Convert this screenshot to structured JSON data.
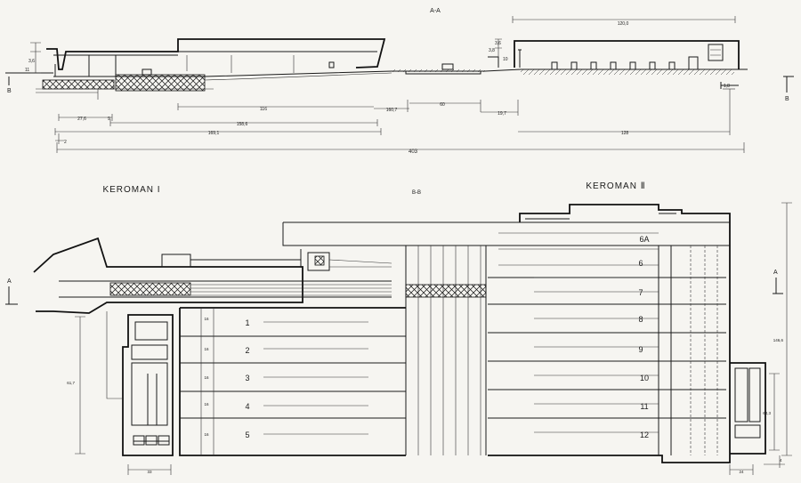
{
  "section_aa": {
    "title": "A-A",
    "dims": {
      "d_3_6_left": "3,6",
      "d_11": "11",
      "d_3_6_right": "3,6",
      "d_3_8": "3,8",
      "d_10": "10",
      "d_120_top": "120,0",
      "d_27": "27,6",
      "d_116": "116",
      "d_158": "158,6",
      "d_9": "9",
      "d_169": "169,1",
      "d_160": "160,7",
      "d_60": "60",
      "d_19": "19,7",
      "d_128": "128",
      "d_403": "403",
      "d_2": "2",
      "d_1_8": "1,8"
    },
    "cut_b_left": "B",
    "cut_b_right": "B"
  },
  "section_bb": {
    "title": "B-B"
  },
  "keroman1": {
    "title": "KEROMAN I"
  },
  "keroman2": {
    "title": "KEROMAN Ⅱ"
  },
  "cut_a_left": "A",
  "cut_a_right": "A",
  "pens_left": [
    "1",
    "2",
    "3",
    "4",
    "5"
  ],
  "pens_right": [
    "6A",
    "6",
    "7",
    "8",
    "9",
    "10",
    "11",
    "12"
  ],
  "plan_dims": {
    "left_widths": [
      "16",
      "16",
      "16",
      "16",
      "16"
    ],
    "d_61_7": "61,7",
    "d_33": "33",
    "d_146_6": "146,6",
    "d_64_3": "64,3",
    "d_24": "24",
    "d_4": "4"
  }
}
